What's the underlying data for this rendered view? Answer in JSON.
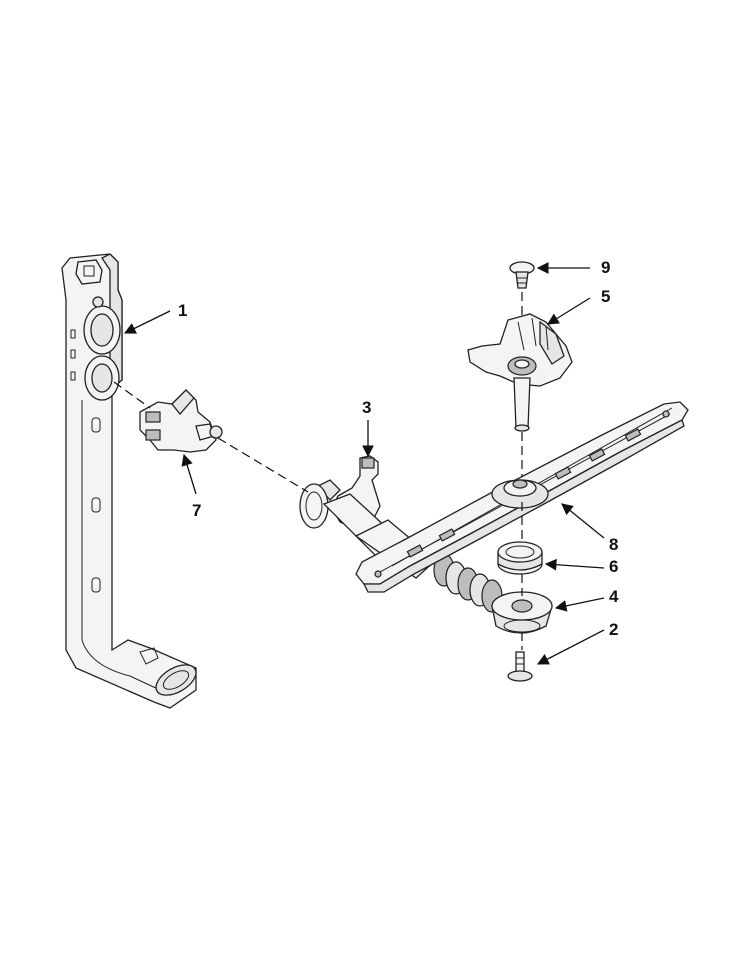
{
  "callouts": [
    {
      "id": "1",
      "label": "1"
    },
    {
      "id": "2",
      "label": "2"
    },
    {
      "id": "3",
      "label": "3"
    },
    {
      "id": "4",
      "label": "4"
    },
    {
      "id": "5",
      "label": "5"
    },
    {
      "id": "6",
      "label": "6"
    },
    {
      "id": "7",
      "label": "7"
    },
    {
      "id": "8",
      "label": "8"
    },
    {
      "id": "9",
      "label": "9"
    }
  ],
  "colors": {
    "line": "#222222",
    "fill": "#f4f4f4",
    "shade": "#bdbdbd",
    "background": "#ffffff"
  }
}
